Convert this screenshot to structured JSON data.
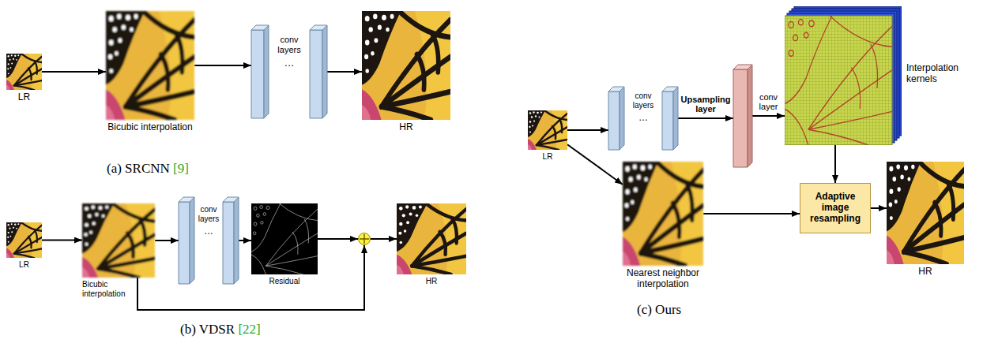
{
  "diagram": {
    "nodes": [
      {
        "text": [
          "LR"
        ]
      },
      {
        "text": [
          "Bicubic interpolation"
        ]
      },
      {
        "text": [
          "conv layers",
          "…"
        ]
      },
      {
        "text": [
          "HR"
        ]
      },
      {
        "text": [
          "LR"
        ]
      },
      {
        "text": [
          "Bicubic interpolation"
        ]
      },
      {
        "text": [
          "conv layers",
          "…"
        ]
      },
      {
        "text": [
          "Residual"
        ]
      },
      {
        "text": []
      },
      {
        "text": [
          "HR"
        ]
      },
      {
        "text": [
          "LR"
        ]
      },
      {
        "text": [
          "conv layers",
          "…"
        ]
      },
      {
        "text": []
      },
      {
        "text": [
          "Interpolation kernels"
        ]
      },
      {
        "text": [
          "Nearest neighbor interpolation"
        ]
      },
      {
        "text": [
          "Adaptive image resampling"
        ]
      },
      {
        "text": [
          "HR"
        ]
      }
    ],
    "edges": [
      {
        "from": 0,
        "to": 1,
        "arrow": "to"
      },
      {
        "from": 1,
        "to": 2,
        "arrow": "to"
      },
      {
        "from": 2,
        "to": 3,
        "arrow": "to"
      },
      {
        "from": 4,
        "to": 5,
        "arrow": "to"
      },
      {
        "from": 5,
        "to": 6,
        "arrow": "to"
      },
      {
        "from": 6,
        "to": 7,
        "arrow": "to"
      },
      {
        "from": 7,
        "to": 8,
        "arrow": "to"
      },
      {
        "from": 5,
        "to": 8,
        "arrow": "to"
      },
      {
        "from": 8,
        "to": 9,
        "arrow": "to"
      },
      {
        "from": 10,
        "to": 11,
        "arrow": "to"
      },
      {
        "from": 11,
        "to": 12,
        "label": "Upsampling layer",
        "arrow": "to"
      },
      {
        "from": 12,
        "to": 13,
        "label": "conv layer",
        "arrow": "to"
      },
      {
        "from": 13,
        "to": 15,
        "arrow": "to"
      },
      {
        "from": 10,
        "to": 14,
        "arrow": "to"
      },
      {
        "from": 14,
        "to": 15,
        "arrow": "to"
      },
      {
        "from": 15,
        "to": 16,
        "arrow": "to"
      }
    ],
    "labels": [
      "(a) SRCNN",
      "[9]",
      "(b) VDSR",
      "[22]",
      "(c) Ours"
    ]
  }
}
